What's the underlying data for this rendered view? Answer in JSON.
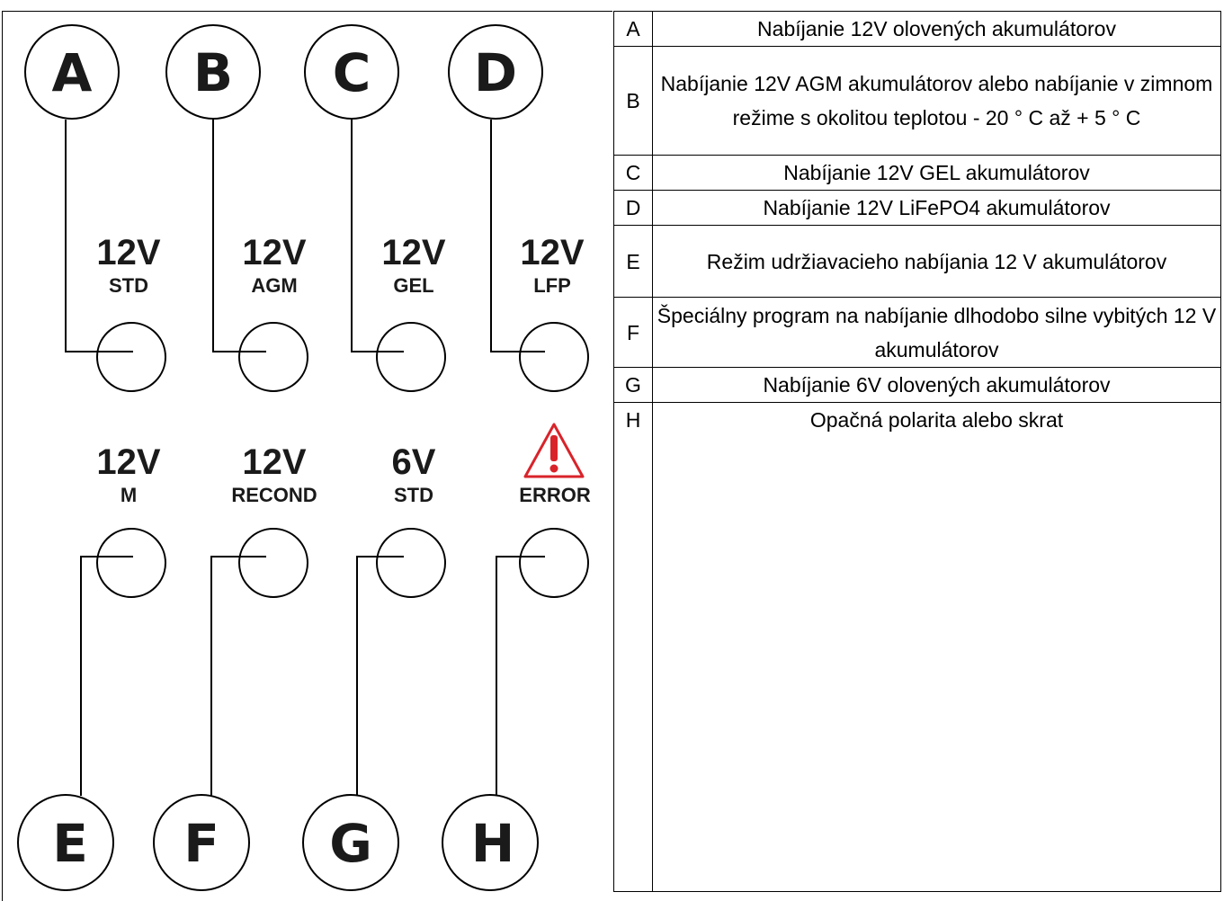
{
  "panel": {
    "callouts_top": [
      "A",
      "B",
      "C",
      "D"
    ],
    "callouts_bottom": [
      "E",
      "F",
      "G",
      "H"
    ],
    "indicators_top": [
      {
        "voltage": "12V",
        "mode": "STD"
      },
      {
        "voltage": "12V",
        "mode": "AGM"
      },
      {
        "voltage": "12V",
        "mode": "GEL"
      },
      {
        "voltage": "12V",
        "mode": "LFP"
      }
    ],
    "indicators_bottom": [
      {
        "voltage": "12V",
        "mode": "M"
      },
      {
        "voltage": "12V",
        "mode": "RECOND"
      },
      {
        "voltage": "6V",
        "mode": "STD"
      },
      {
        "voltage": "",
        "mode": "ERROR",
        "icon": "warning-triangle-icon",
        "icon_color": "#d9232a"
      }
    ]
  },
  "legend": {
    "rows": [
      {
        "key": "A",
        "text": "Nabíjanie 12V olovených akumulátorov"
      },
      {
        "key": "B",
        "text": "Nabíjanie 12V AGM akumulátorov alebo nabíjanie v zimnom režime s okolitou teplotou - 20 ° C až + 5 ° C"
      },
      {
        "key": "C",
        "text": "Nabíjanie 12V GEL akumulátorov"
      },
      {
        "key": "D",
        "text": "Nabíjanie 12V LiFePO4 akumulátorov"
      },
      {
        "key": "E",
        "text": "Režim udržiavacieho nabíjania 12 V akumulátorov"
      },
      {
        "key": "F",
        "text": "Špeciálny program na nabíjanie dlhodobo silne vybitých 12 V akumulátorov"
      },
      {
        "key": "G",
        "text": "Nabíjanie 6V olovených akumulátorov"
      },
      {
        "key": "H",
        "text": "Opačná polarita alebo skrat"
      }
    ]
  }
}
